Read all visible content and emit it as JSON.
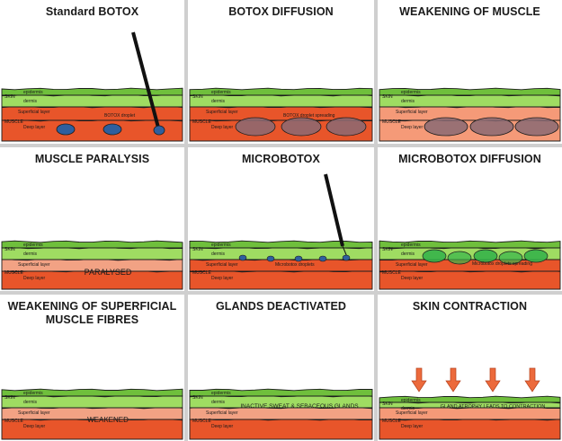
{
  "colors": {
    "epidermis": "#6fbf3c",
    "dermis": "#9fdc62",
    "superficial": "#e8552a",
    "deep": "#e8552a",
    "superficial_weak": "#f59a78",
    "deep_light": "#f2a284",
    "outline": "#1d1d1d",
    "droplet": "#2f5f9e",
    "diffusion": "#8a6a73",
    "micro_diffusion": "#36b34a",
    "arrow": "#ec6a3c"
  },
  "layer_labels": {
    "epidermis": "epidermis",
    "skin": "SKIN",
    "dermis": "dermis",
    "superficial": "Superficial layer",
    "muscle": "MUSCLE",
    "deep": "Deep layer"
  },
  "panels": [
    {
      "title": "Standard BOTOX",
      "annotation": "BOTOX droplet",
      "overlay": ""
    },
    {
      "title": "BOTOX DIFFUSION",
      "annotation": "BOTOX droplet spreading",
      "overlay": ""
    },
    {
      "title": "WEAKENING OF MUSCLE",
      "annotation": "",
      "overlay": ""
    },
    {
      "title": "MUSCLE PARALYSIS",
      "annotation": "",
      "overlay": "PARALYSED"
    },
    {
      "title": "MICROBOTOX",
      "annotation": "Microbotox droplets",
      "overlay": ""
    },
    {
      "title": "MICROBOTOX DIFFUSION",
      "annotation": "Microbotox droplets spreading",
      "overlay": ""
    },
    {
      "title": "WEAKENING OF SUPERFICIAL\nMUSCLE FIBRES",
      "annotation": "",
      "overlay": "WEAKENED"
    },
    {
      "title": "GLANDS DEACTIVATED",
      "annotation": "",
      "overlay": "INACTIVE SWEAT & SEBACEOUS GLANDS"
    },
    {
      "title": "SKIN CONTRACTION",
      "annotation": "",
      "overlay": "GLAND ATROPHY LEADS TO CONTRACTION"
    }
  ]
}
